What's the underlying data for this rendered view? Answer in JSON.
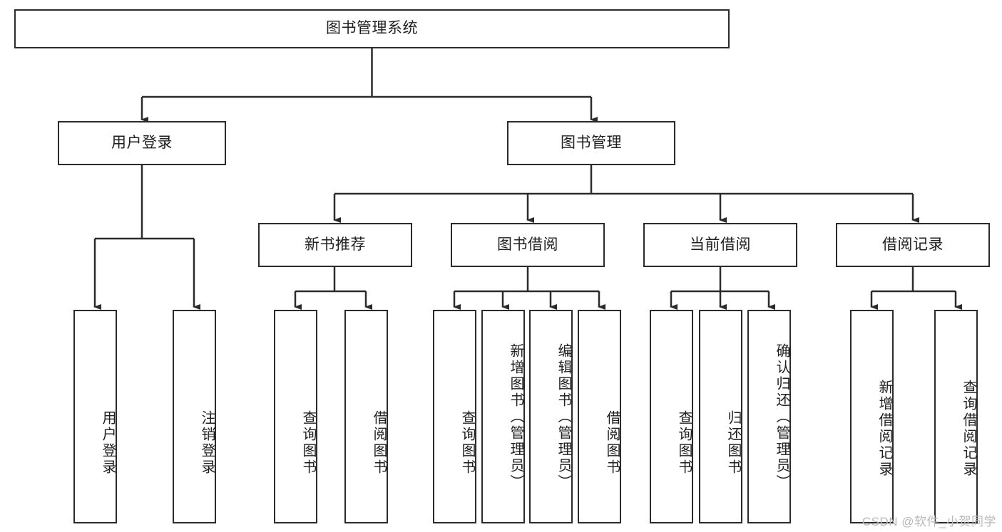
{
  "diagram": {
    "title": "图书管理系统",
    "type": "tree",
    "watermark": "CSDN @软件_小贺同学",
    "colors": {
      "node_border": "#2b2b2b",
      "node_fill": "#ffffff",
      "edge": "#2b2b2b",
      "text": "#1f1f1f",
      "watermark": "#b9b9b9",
      "background": "#ffffff"
    },
    "root": {
      "id": "root",
      "label": "图书管理系统"
    },
    "level2": [
      {
        "id": "user-login",
        "label": "用户登录"
      },
      {
        "id": "book-manage",
        "label": "图书管理"
      }
    ],
    "level3": [
      {
        "id": "new-book-recommend",
        "label": "新书推荐",
        "parent": "book-manage"
      },
      {
        "id": "book-borrow",
        "label": "图书借阅",
        "parent": "book-manage"
      },
      {
        "id": "current-borrow",
        "label": "当前借阅",
        "parent": "book-manage"
      },
      {
        "id": "borrow-record",
        "label": "借阅记录",
        "parent": "book-manage"
      }
    ],
    "leaves": [
      {
        "id": "leaf-user-login",
        "label": "用户登录",
        "parent": "user-login"
      },
      {
        "id": "leaf-user-logout",
        "label": "注销登录",
        "parent": "user-login"
      },
      {
        "id": "leaf-query-book-1",
        "label": "查询图书",
        "parent": "new-book-recommend"
      },
      {
        "id": "leaf-borrow-book-1",
        "label": "借阅图书",
        "parent": "new-book-recommend"
      },
      {
        "id": "leaf-query-book-2",
        "label": "查询图书",
        "parent": "book-borrow"
      },
      {
        "id": "leaf-add-book",
        "label": "新增图书（管理员）",
        "parent": "book-borrow"
      },
      {
        "id": "leaf-edit-book",
        "label": "编辑图书（管理员）",
        "parent": "book-borrow"
      },
      {
        "id": "leaf-borrow-book-2",
        "label": "借阅图书",
        "parent": "book-borrow"
      },
      {
        "id": "leaf-query-book-3",
        "label": "查询图书",
        "parent": "current-borrow"
      },
      {
        "id": "leaf-return-book",
        "label": "归还图书",
        "parent": "current-borrow"
      },
      {
        "id": "leaf-confirm-return",
        "label": "确认归还（管理员）",
        "parent": "current-borrow"
      },
      {
        "id": "leaf-add-record",
        "label": "新增借阅记录",
        "parent": "borrow-record"
      },
      {
        "id": "leaf-query-record",
        "label": "查询借阅记录",
        "parent": "borrow-record"
      }
    ]
  }
}
